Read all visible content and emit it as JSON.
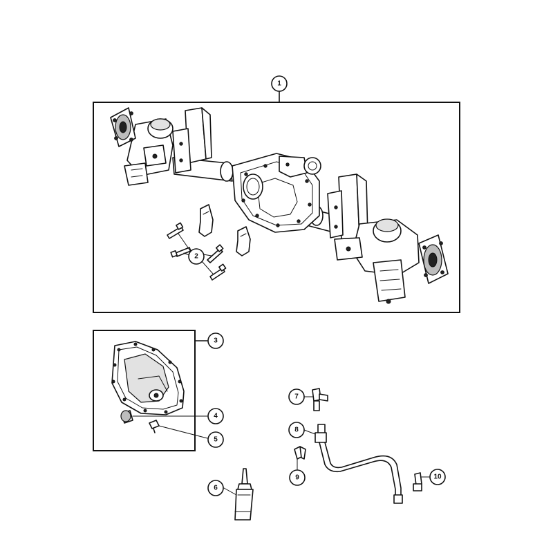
{
  "callouts": [
    {
      "id": "1",
      "part": "axle-assembly"
    },
    {
      "id": "2",
      "part": "bolts-and-caps"
    },
    {
      "id": "3",
      "part": "differential-cover-kit"
    },
    {
      "id": "4",
      "part": "fill-plug"
    },
    {
      "id": "5",
      "part": "cover-bolt"
    },
    {
      "id": "6",
      "part": "sealant-tube"
    },
    {
      "id": "7",
      "part": "vent-fitting"
    },
    {
      "id": "8",
      "part": "vent-hose-clip"
    },
    {
      "id": "9",
      "part": "hose-clamp"
    },
    {
      "id": "10",
      "part": "vent-connector"
    }
  ],
  "colors": {
    "line": "#111111",
    "background": "#ffffff",
    "shade": "#bdbdbd"
  }
}
